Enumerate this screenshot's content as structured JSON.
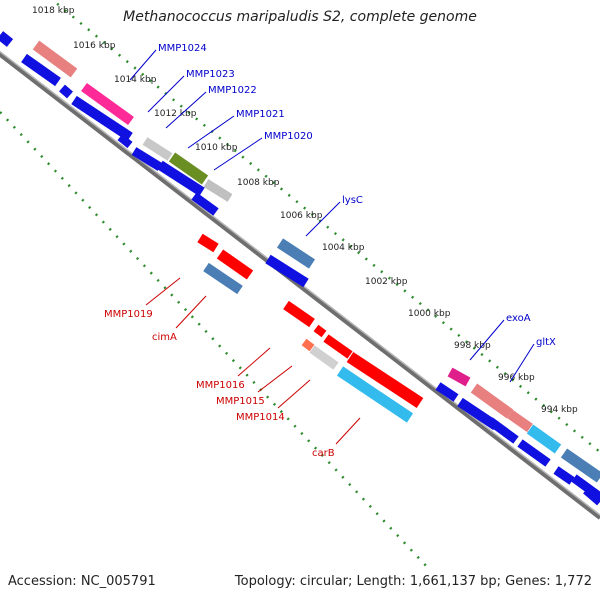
{
  "title": "Methanococcus maripaludis S2, complete genome",
  "accession_label": "Accession: NC_005791",
  "summary_label": "Topology: circular; Length: 1,661,137 bp; Genes: 1,772",
  "colors": {
    "backbone": "#808080",
    "tick": "#2e8b2e",
    "forward_label": "#0000cc",
    "reverse_label": "#cc0000",
    "generic_cds": "#0000ee"
  },
  "ticks": [
    "1018 kbp",
    "1016 kbp",
    "1014 kbp",
    "1012 kbp",
    "1010 kbp",
    "1008 kbp",
    "1006 kbp",
    "1004 kbp",
    "1002 kbp",
    "1000 kbp",
    "998 kbp",
    "996 kbp",
    "994 kbp"
  ],
  "forward_genes": [
    "MMP1024",
    "MMP1023",
    "MMP1022",
    "MMP1021",
    "MMP1020",
    "lysC",
    "exoA",
    "gltX"
  ],
  "reverse_genes": [
    "MMP1019",
    "cimA",
    "MMP1016",
    "MMP1015",
    "MMP1014",
    "carB"
  ]
}
